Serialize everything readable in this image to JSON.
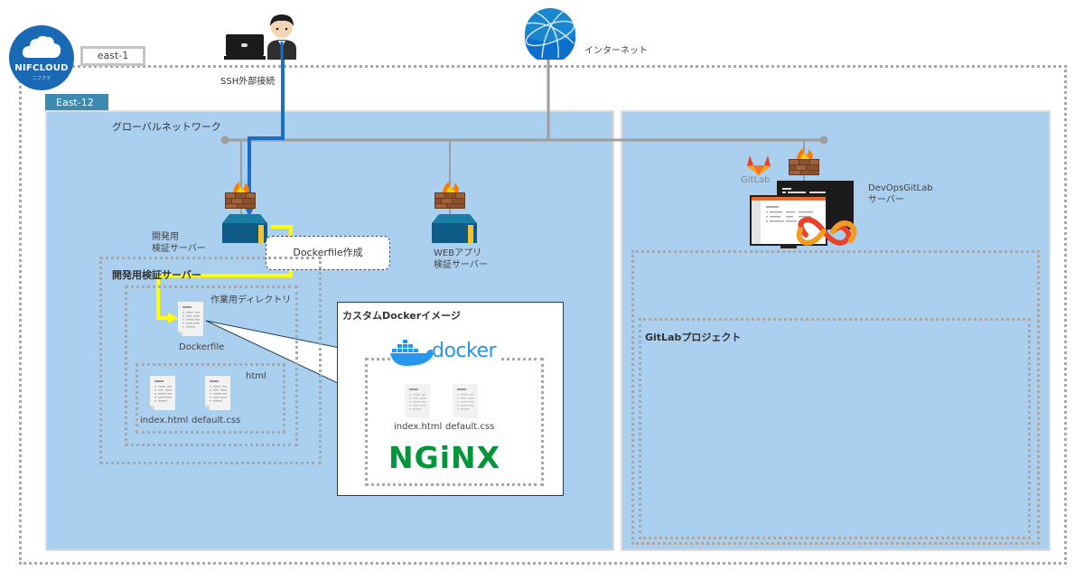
{
  "brand": {
    "name": "NIFCLOUD",
    "subname": "ニフクラ",
    "color": "#1a69b5"
  },
  "region": {
    "label": "east-1"
  },
  "zone": {
    "label": "East-12",
    "color": "#3d8ab0"
  },
  "colors": {
    "panel": "#abcfef",
    "network_line": "#9e9e9e",
    "ssh_line": "#1c6ec3",
    "flow_line": "#ffff00",
    "server_body": "#0e5c86",
    "nginx_green": "#009639",
    "docker_blue": "#2496ed"
  },
  "internet": {
    "label": "インターネット"
  },
  "user": {
    "label": "SSH外部接続"
  },
  "global_network": {
    "label": "グローバルネットワーク"
  },
  "dev_server": {
    "label_line1": "開発用",
    "label_line2": "検証サーバー",
    "callout": "Dockerfile作成",
    "group_label": "開発用検証サーバー",
    "work_dir": {
      "label": "作業用ディレクトリ",
      "dockerfile": "Dockerfile",
      "html_dir": {
        "label": "html",
        "files": [
          "index.html",
          "default.css"
        ]
      }
    }
  },
  "web_server": {
    "label_line1": "WEBアプリ",
    "label_line2": "検証サーバー"
  },
  "custom_image": {
    "title": "カスタムDockerイメージ",
    "docker_logo": "docker",
    "files": [
      "index.html",
      "default.css"
    ],
    "nginx_logo": "NGiNX"
  },
  "gitlab_server": {
    "logo_text": "GitLab",
    "label_line1": "DevOpsGitLab",
    "label_line2": "サーバー",
    "project_label": "GitLabプロジェクト"
  }
}
